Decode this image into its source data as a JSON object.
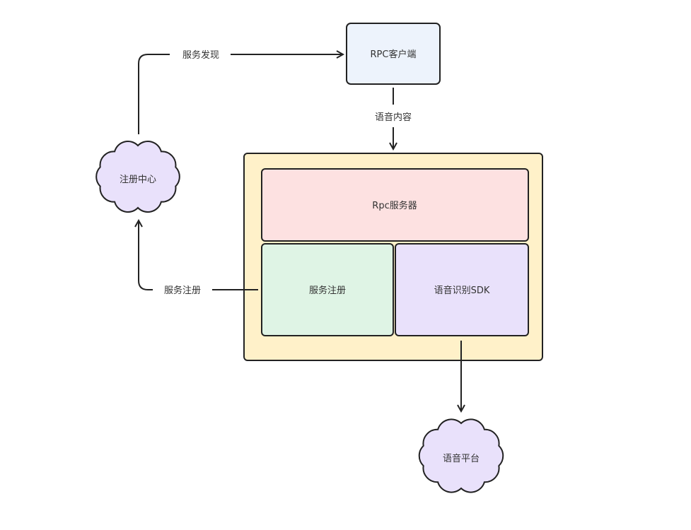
{
  "nodes": {
    "rpc_client": "RPC客户端",
    "rpc_server": "Rpc服务器",
    "service_registration_module": "服务注册",
    "speech_sdk": "语音识别SDK",
    "registry_center": "注册中心",
    "speech_platform": "语音平台"
  },
  "edges": {
    "service_discovery": "服务发现",
    "speech_content": "语音内容",
    "service_registration": "服务注册"
  },
  "colors": {
    "rpc_client": "#edf3fc",
    "container": "#fff1c9",
    "rpc_server": "#fde1e1",
    "registration": "#dff4e5",
    "sdk": "#e9e1fb",
    "cloud": "#e9e1fb"
  }
}
